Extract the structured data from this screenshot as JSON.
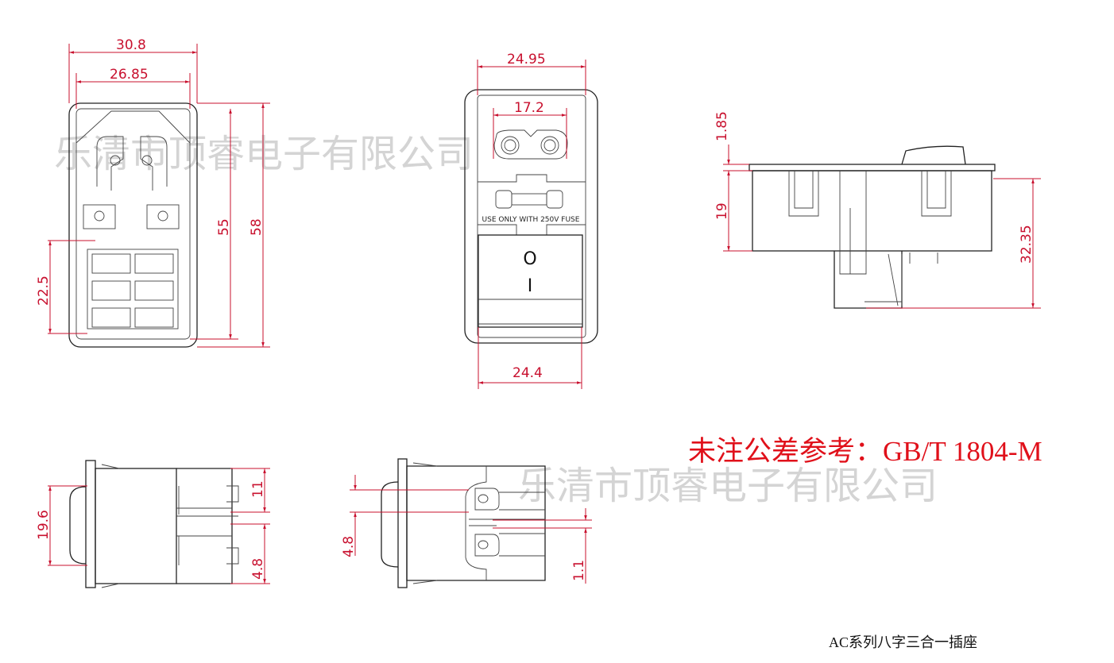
{
  "watermark": "乐清市顶睿电子有限公司",
  "tolerance_note": "未注公差参考：GB/T 1804-M",
  "caption": "AC系列八字三合一插座",
  "fuse_label": "USE ONLY WITH 250V FUSE",
  "switch_symbols": {
    "off": "O",
    "on": "I"
  },
  "colors": {
    "dimension": "#c8102e",
    "note": "#e0101a"
  },
  "dimensions": {
    "back_view": {
      "outer_width": "30.8",
      "inner_width": "26.85",
      "inner_height": "55",
      "outer_height": "58",
      "terminal_height": "22.5"
    },
    "front_view": {
      "top_width": "24.95",
      "inlet_pitch": "17.2",
      "bottom_width": "24.4"
    },
    "side_view": {
      "rocker_height": "1.85",
      "flange_to_body": "19",
      "depth": "32.35"
    },
    "bottom_left_view": {
      "height": "19.6",
      "top_offset": "11",
      "bottom_offset": "4.8"
    },
    "bottom_mid_view": {
      "terminal_width": "4.8",
      "gap": "1.1"
    }
  }
}
